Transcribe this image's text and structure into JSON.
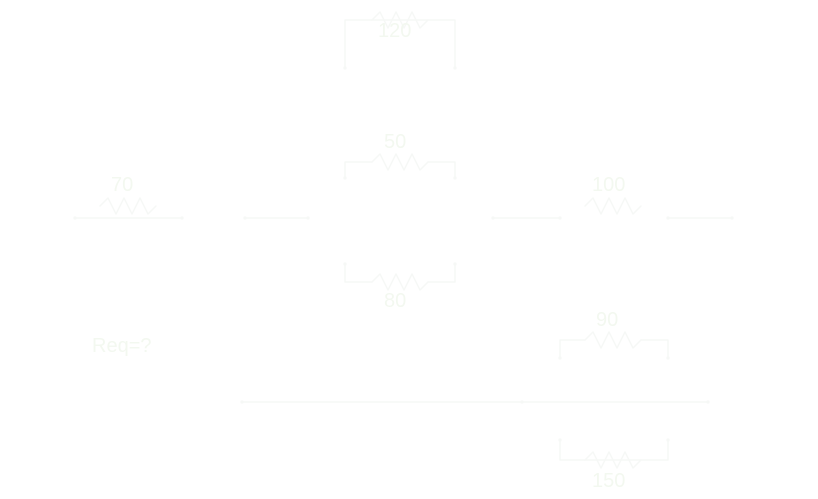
{
  "colors": {
    "background": "#ffffff",
    "label": "#f3f8f0",
    "wire": "#f6f8f6"
  },
  "resistors": {
    "r120": "120",
    "r50": "50",
    "r70": "70",
    "r100": "100",
    "r80": "80",
    "r90": "90",
    "r150": "150"
  },
  "terminal_label": "Req=?"
}
